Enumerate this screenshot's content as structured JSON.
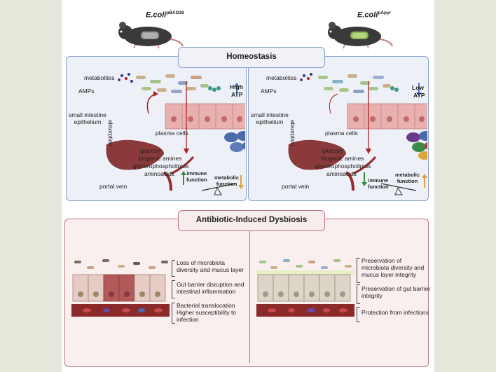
{
  "mice": {
    "left": {
      "name": "E.coli",
      "strain": "pBAD28"
    },
    "right": {
      "name": "E.coli",
      "strain": "pApyr"
    }
  },
  "homeostasis": {
    "title": "Homeostasis",
    "left": {
      "metabolites": "metabolites",
      "amps": "AMPs",
      "epithelium": "small intestine\nepithelium",
      "absorption": "absorption",
      "plasma_cells": "plasma cells",
      "atp_level": "High",
      "atp": "ATP",
      "glucose": "glucose",
      "biogenic_amines": "biogenic amines",
      "glycerophospholipids": "glycerophospholipids",
      "aminoacids": "aminoacids",
      "portal_vein": "portal vein",
      "immune_function": "immune\nfunction",
      "metabolic_function": "metabolic\nfunction"
    },
    "right": {
      "metabolites": "metabolites",
      "amps": "AMPs",
      "epithelium": "small intestine\nepithelium",
      "absorption": "absorption",
      "plasma_cells": "plasma cells",
      "atp_level": "Low",
      "atp": "ATP",
      "glucose": "glucose",
      "biogenic_amines": "biogenic amines",
      "glycerophospholipids": "glycerophospholipids",
      "aminoacids": "aminoacids",
      "portal_vein": "portal vein",
      "immune_function": "immune\nfunction",
      "metabolic_function": "metabolic\nfunction"
    }
  },
  "dysbiosis": {
    "title": "Antibiotic-Induced Dysbiosis",
    "left": [
      "Loss of microbiota\ndiversity and mucus layer",
      "Gut barrier disruption and\nintestinal inflammation",
      "Bacterial translocation\nHigher susceptibility to\ninfection"
    ],
    "right": [
      "Preservation of\nmicrobiota diversity and\nmucus layer integrity",
      "Preservation of gut barrier\nintegrity",
      "Protection from infections"
    ]
  },
  "colors": {
    "homeostasis_border": "#8aa0cf",
    "homeostasis_fill": "#eef0f8",
    "dysbiosis_border": "#c0767a",
    "dysbiosis_fill": "#f9efef",
    "arrow_up_green": "#3a8a3a",
    "arrow_up_blue": "#4a78c8",
    "arrow_down_blue": "#4a78c8",
    "arrow_orange": "#e0a53a",
    "arrow_red": "#b22"
  },
  "icons": [
    "mouse-icon",
    "liver-icon",
    "intestinal-villi-icon",
    "balance-scale-icon",
    "plasma-cell-icon",
    "mitochondria-icon",
    "bacteria-icon"
  ]
}
